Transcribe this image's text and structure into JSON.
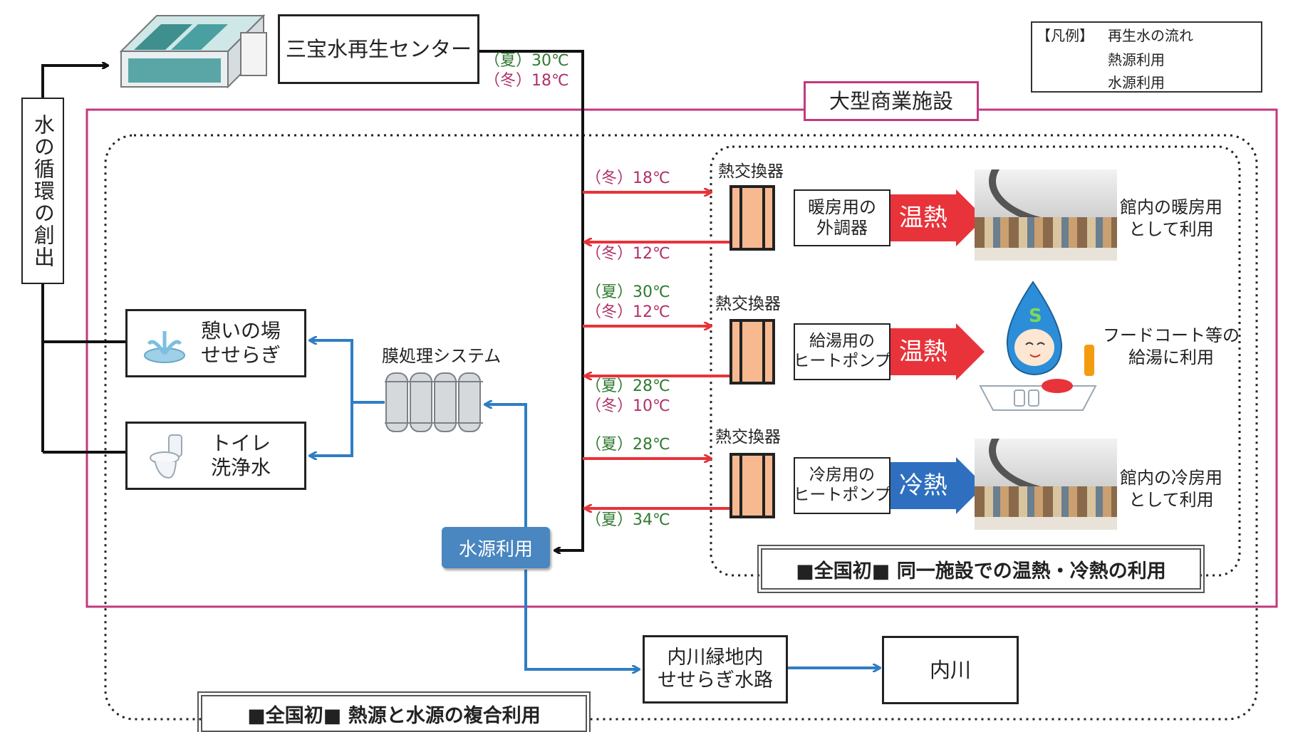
{
  "title_center": "三宝水再生センター",
  "legend": {
    "title": "【凡例】",
    "items": [
      {
        "label": "再生水の流れ",
        "color": "#111111"
      },
      {
        "label": "熱源利用",
        "color": "#e8333a"
      },
      {
        "label": "水源利用",
        "color": "#2f7ec3"
      }
    ]
  },
  "colors": {
    "black": "#111111",
    "red": "#e8333a",
    "blue": "#2f7ec3",
    "magenta": "#c2397d",
    "summer": "#2f7a2f",
    "winter": "#b0306a"
  },
  "facility_label": "大型商業施設",
  "cycle_label": "水の循環の創出",
  "source_temps": {
    "summer": "（夏）30℃",
    "winter": "（冬）18℃"
  },
  "uses": [
    {
      "label": "憩いの場\nせせらぎ",
      "icon": "fountain-icon"
    },
    {
      "label": "トイレ\n洗浄水",
      "icon": "toilet-icon"
    }
  ],
  "membrane_label": "膜処理システム",
  "water_source_label": "水源利用",
  "river_green_label": "内川緑地内\nせせらぎ水路",
  "river_label": "内川",
  "bottom_banner": "■全国初■ 熱源と水源の複合利用",
  "right_banner": "■全国初■ 同一施設での温熱・冷熱の利用",
  "heat_exchangers": [
    {
      "hx_label": "熱交換器",
      "device": "暖房用の\n外調器",
      "out_label": "温熱",
      "out_type": "warm",
      "use_label": "館内の暖房用\nとして利用",
      "temp_in": "（冬）18℃",
      "temp_out": "（冬）12℃"
    },
    {
      "hx_label": "熱交換器",
      "device": "給湯用の\nヒートポンプ",
      "out_label": "温熱",
      "out_type": "warm",
      "use_label": "フードコート等の\n給湯に利用",
      "temp_in_summer": "（夏）30℃",
      "temp_in_winter": "（冬）12℃",
      "temp_out_summer": "（夏）28℃",
      "temp_out_winter": "（冬）10℃"
    },
    {
      "hx_label": "熱交換器",
      "device": "冷房用の\nヒートポンプ",
      "out_label": "冷熱",
      "out_type": "cool",
      "use_label": "館内の冷房用\nとして利用",
      "temp_in": "（夏）28℃",
      "temp_out": "（夏）34℃"
    }
  ]
}
